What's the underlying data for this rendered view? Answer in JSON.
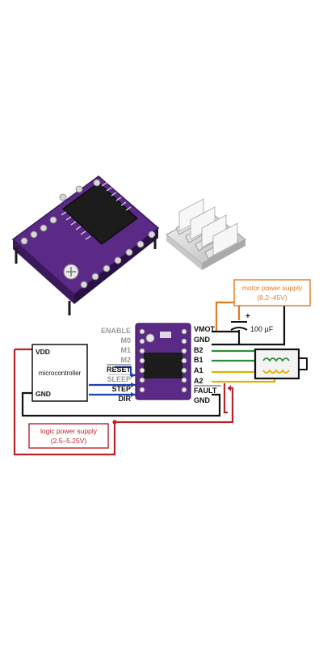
{
  "colors": {
    "board": "#5b2a86",
    "motor_supply": "#e07a1f",
    "logic_supply": "#b8232a",
    "step_dir": "#1f3fae",
    "b_coil": "#2e8b3a",
    "a_coil": "#e0b000",
    "ground": "#111111"
  },
  "icons": [
    "driver-board-photo",
    "heatsink-photo",
    "stepper-motor-icon",
    "capacitor-symbol"
  ],
  "left_pins": {
    "enable": "ENABLE",
    "m0": "M0",
    "m1": "M1",
    "m2": "M2",
    "reset": "RESET",
    "sleep": "SLEEP",
    "step": "STEP",
    "dir": "DIR"
  },
  "right_pins": {
    "vmot": "VMOT",
    "gnd_top": "GND",
    "b2": "B2",
    "b1": "B1",
    "a1": "A1",
    "a2": "A2",
    "fault": "FAULT",
    "gnd_bottom": "GND"
  },
  "microcontroller": {
    "vdd": "VDD",
    "name": "microcontroller",
    "gnd": "GND"
  },
  "motor_supply": {
    "title": "motor power supply",
    "range": "(8.2–45V)"
  },
  "logic_supply": {
    "title": "logic power supply",
    "range": "(2.5–5.25V)"
  },
  "capacitor": {
    "plus": "+",
    "value": "100 µF"
  }
}
